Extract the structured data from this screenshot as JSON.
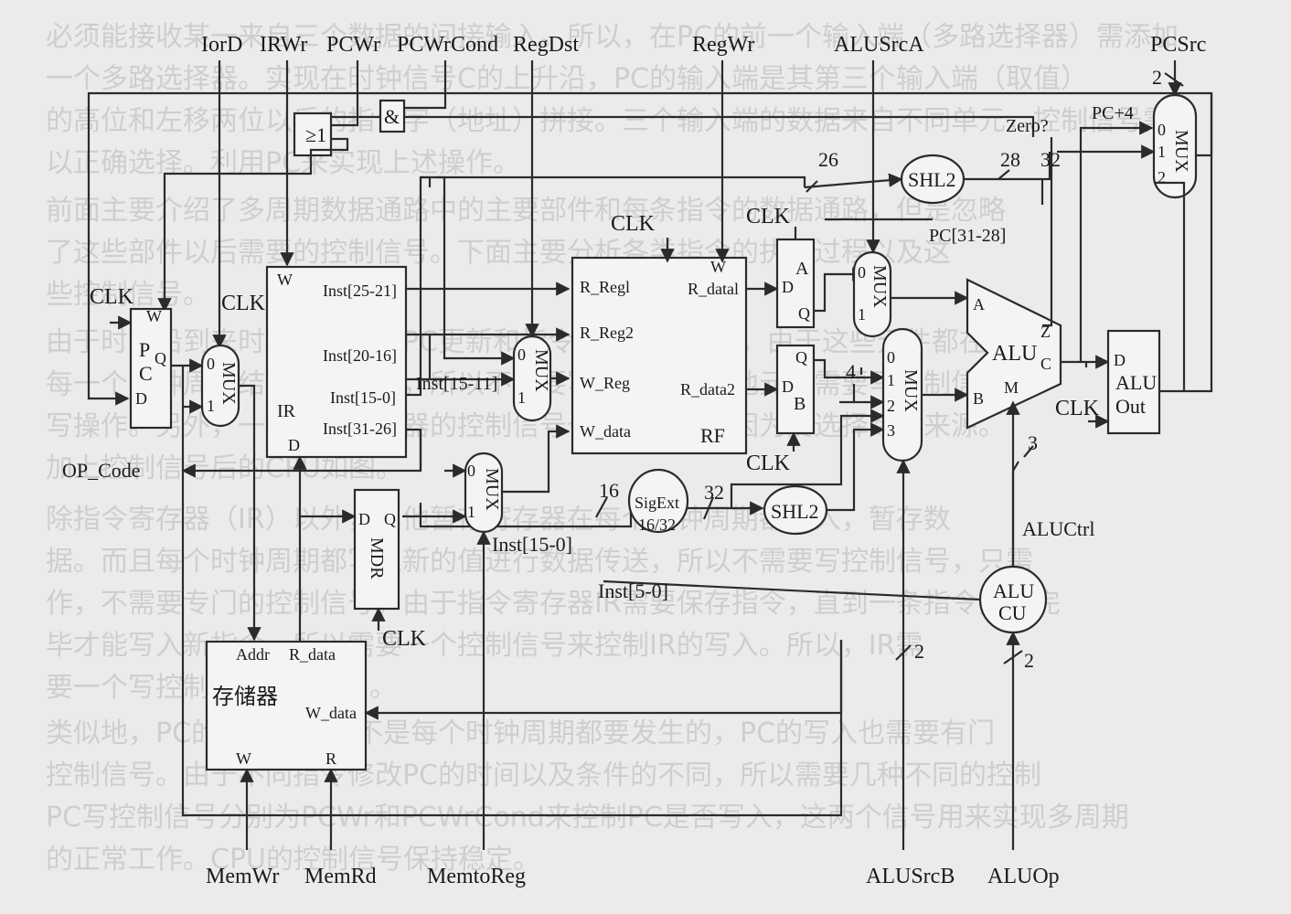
{
  "control_signals": {
    "iord": "IorD",
    "irwr": "IRWr",
    "pcwr": "PCWr",
    "pcwrcond": "PCWrCond",
    "regdst": "RegDst",
    "regwr": "RegWr",
    "alusrca": "ALUSrcA",
    "pcsrc": "PCSrc",
    "memwr": "MemWr",
    "memrd": "MemRd",
    "memtoreg": "MemtoReg",
    "alusrcb": "ALUSrcB",
    "aluop": "ALUOp",
    "aluctrl": "ALUCtrl",
    "op_code": "OP_Code"
  },
  "clock": "CLK",
  "gates": {
    "or": "≥1",
    "and": "&"
  },
  "pc": {
    "w": "W",
    "p": "P",
    "c": "C",
    "q": "Q",
    "d": "D"
  },
  "mux_label": "MUX",
  "mux_in": {
    "zero": "0",
    "one": "1",
    "two": "2",
    "three": "3"
  },
  "ir": {
    "name": "IR",
    "w": "W",
    "d": "D",
    "inst_25_21": "Inst[25-21]",
    "inst_20_16": "Inst[20-16]",
    "inst_15_0": "Inst[15-0]",
    "inst_31_26": "Inst[31-26]"
  },
  "inst_15_11": "Inst[15-11]",
  "inst_15_0b": "Inst[15-0]",
  "inst_5_0": "Inst[5-0]",
  "rf": {
    "name": "RF",
    "w": "W",
    "r_reg1": "R_Regl",
    "r_reg2": "R_Reg2",
    "w_reg": "W_Reg",
    "w_data": "W_data",
    "r_data1": "R_datal",
    "r_data2": "R_data2"
  },
  "reg_a": {
    "name": "A",
    "d": "D",
    "q": "Q"
  },
  "reg_b": {
    "name": "B",
    "d": "D",
    "q": "Q"
  },
  "shl2": "SHL2",
  "sigext": {
    "line1": "SigExt",
    "line2": "16/32"
  },
  "alu": {
    "name": "ALU",
    "a": "A",
    "b": "B",
    "z": "Z",
    "c": "C",
    "m": "M"
  },
  "aluout": {
    "d": "D",
    "line1": "ALU",
    "line2": "Out"
  },
  "alucu": {
    "line1": "ALU",
    "line2": "CU"
  },
  "mdr": {
    "name": "MDR",
    "d": "D",
    "q": "Q"
  },
  "memory": {
    "name": "存储器",
    "addr": "Addr",
    "r_data": "R_data",
    "w_data": "W_data",
    "w": "W",
    "r": "R"
  },
  "labels": {
    "pc4": "PC+4",
    "zero": "Zero?",
    "pc_31_28": "PC[31-28]",
    "w26": "26",
    "w28": "28",
    "w32a": "32",
    "w16": "16",
    "w32b": "32",
    "w2a": "2",
    "w4": "4",
    "w3": "3",
    "w2b": "2",
    "w2c": "2"
  },
  "background_text": [
    "必须能接收某一来自三个数据的间接输入。所以，在PC的前一个输入端（多路选择器）需添加",
    "一个多路选择器。实现在时钟信号C的上升沿，PC的输入端是其第三个输入端（取值）",
    "的高位和左移两位以后的指令字（地址）拼接。三个输入端的数据来自不同单元，控制信号需要",
    "以正确选择。利用PC来实现上述操作。",
    "前面主要介绍了多周期数据通路中的主要部件和每条指令的数据通路，但是忽略",
    "了这些部件以后需要的控制信号。下面主要分析各类指令的执行过程以及这",
    "些控制信号。",
    "由于时钟沿到来时程序计数器PC更新和指令寄存器IR写入，由于这些元件都在",
    "每一个时钟周期结束时都写入，所以不需要写控制。而其他元件需要写控制信号",
    "写操作。另外，一些多路选择器的控制信号也需要设置，因为要选择数据来源。",
    "加上控制信号后的CPU如图。",
    "除指令寄存器（IR）以外，其他暂存寄存器在每个时钟周期都写入，暂存数",
    "据。而且每个时钟周期都写入新的值进行数据传送，所以不需要写控制信号，只需",
    "作，不需要专门的控制信号。由于指令寄存器IR需要保存指令，直到一条指令执行完",
    "毕才能写入新指令。所以需要一个控制信号来控制IR的写入。所以，IR需",
    "要一个写控制信号（IRWr）。",
    "类似地，PC的写入操作也不是每个时钟周期都要发生的，PC的写入也需要有门",
    "控制信号。由于不同指令修改PC的时间以及条件的不同，所以需要几种不同的控制",
    "PC写控制信号分别为PCWr和PCWrCond来控制PC是否写入，这两个信号用来实现多周期",
    "的正常工作。CPU的控制信号保持稳定。"
  ]
}
